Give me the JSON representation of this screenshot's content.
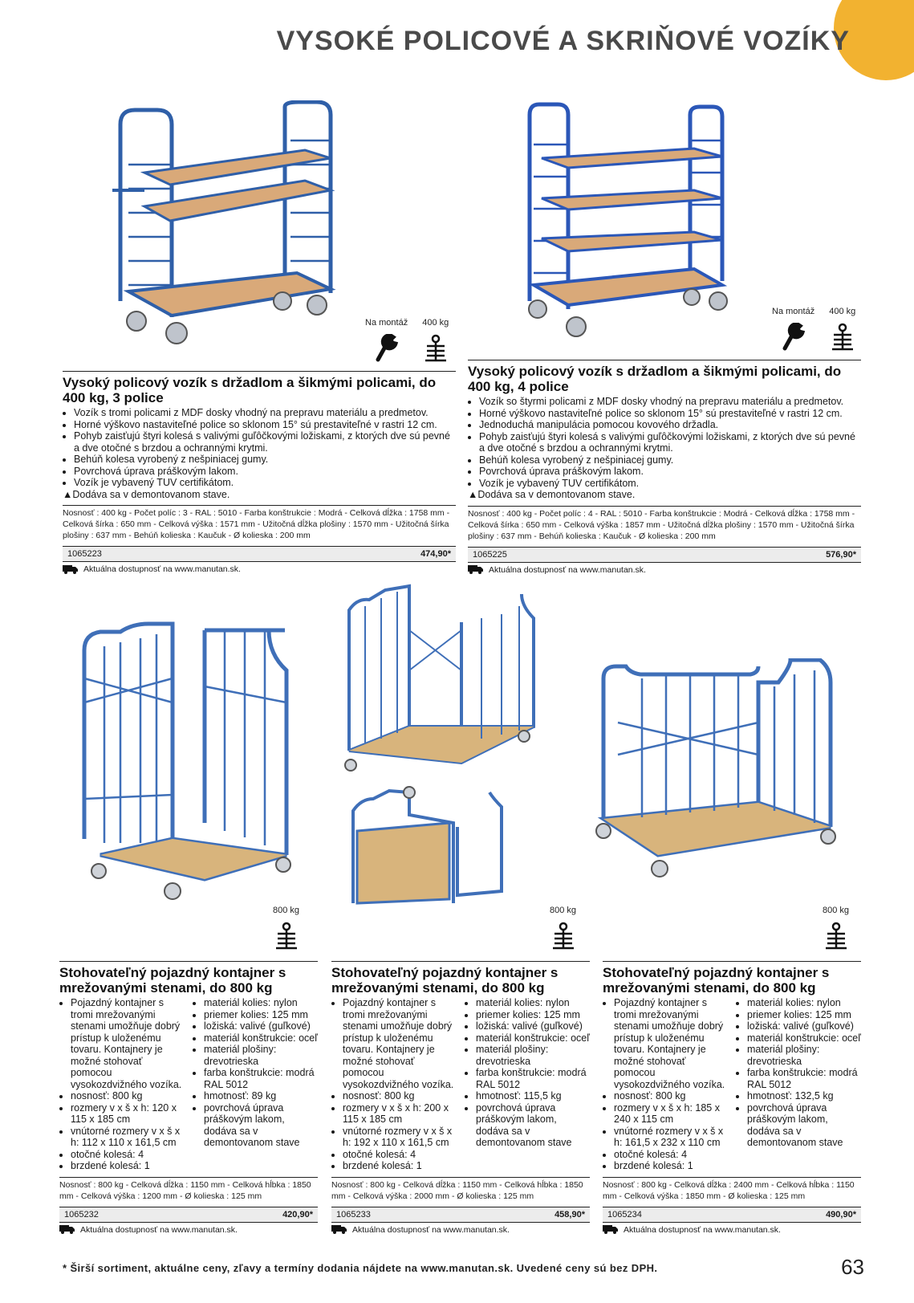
{
  "page": {
    "title": "VYSOKÉ POLICOVÉ A SKRIŇOVÉ VOZÍKY",
    "footer": "* Širší sortiment, aktuálne ceny, zľavy a termíny dodania nájdete na www.manutan.sk. Uvedené ceny sú bez DPH.",
    "number": "63",
    "accent": "#f2b230",
    "frame_color": "#2f5fa8"
  },
  "labels": {
    "assembly": "Na montáž",
    "load400": "400 kg",
    "load800": "800 kg",
    "availability": "Aktuálna dostupnosť na www.manutan.sk."
  },
  "products": [
    {
      "title": "Vysoký policový vozík s držadlom a šikmými policami, do 400 kg, 3 police",
      "bullets": [
        "Vozík s tromi policami z MDF dosky vhodný na prepravu materiálu a predmetov.",
        "Horné výškovo nastaviteľné police so sklonom 15° sú prestaviteľné v rastri 12 cm.",
        "Pohyb zaisťujú štyri kolesá s valivými guľôčkovými ložiskami, z ktorých dve sú pevné a dve otočné s brzdou a ochrannými krytmi.",
        "Behúň kolesa vyrobený z nešpiniacej gumy.",
        "Povrchová úprava práškovým lakom.",
        "Vozík je vybavený TUV certifikátom."
      ],
      "note": "▲Dodáva sa v demontovanom stave.",
      "specs": "Nosnosť : 400 kg - Počet políc : 3 - RAL : 5010 - Farba konštrukcie : Modrá - Celková dĺžka : 1758 mm - Celková šírka : 650 mm - Celková výška : 1571 mm - Užitočná dĺžka plošiny : 1570 mm - Užitočná šírka plošiny : 637 mm - Behúň kolieska : Kaučuk - Ø kolieska : 200 mm",
      "code": "1065223",
      "price": "474,90*"
    },
    {
      "title": "Vysoký policový vozík s držadlom a šikmými policami, do 400 kg, 4 police",
      "bullets": [
        "Vozík so štyrmi policami z MDF dosky vhodný na prepravu materiálu a predmetov.",
        "Horné výškovo nastaviteľné police so sklonom 15° sú prestaviteľné v rastri 12 cm.",
        "Jednoduchá manipulácia pomocou kovového držadla.",
        "Pohyb zaisťujú štyri kolesá s valivými guľôčkovými ložiskami, z ktorých dve sú pevné a dve otočné s brzdou a ochrannými krytmi.",
        "Behúň kolesa vyrobený z nešpiniacej gumy.",
        "Povrchová úprava práškovým lakom.",
        "Vozík je vybavený TUV certifikátom."
      ],
      "note": "▲Dodáva sa v demontovanom stave.",
      "specs": "Nosnosť : 400 kg - Počet políc : 4 - RAL : 5010 - Farba konštrukcie : Modrá - Celková dĺžka : 1758 mm - Celková šírka : 650 mm - Celková výška : 1857 mm - Užitočná dĺžka plošiny : 1570 mm - Užitočná šírka plošiny : 637 mm - Behúň kolieska : Kaučuk - Ø kolieska : 200 mm",
      "code": "1065225",
      "price": "576,90*"
    },
    {
      "title": "Stohovateľný pojazdný kontajner s mrežovanými stenami, do 800 kg",
      "left": [
        "Pojazdný kontajner s tromi mrežovanými stenami umožňuje dobrý prístup k uloženému tovaru. Kontajnery je možné stohovať pomocou vysokozdvižného vozíka.",
        "nosnosť: 800 kg",
        "rozmery v x š x h: 120 x 115 x 185 cm",
        "vnútorné rozmery v x š x h: 112 x 110 x 161,5 cm",
        "otočné kolesá: 4",
        "brzdené kolesá: 1"
      ],
      "right": [
        "materiál kolies: nylon",
        "priemer kolies: 125 mm",
        "ložiská: valivé (guľkové)",
        "materiál konštrukcie: oceľ",
        "materiál plošiny: drevotrieska",
        "farba konštrukcie: modrá RAL 5012",
        "hmotnosť: 89 kg",
        "povrchová úprava práškovým lakom, dodáva sa v demontovanom stave"
      ],
      "specs": "Nosnosť : 800 kg - Celková dĺžka : 1150 mm - Celková hĺbka : 1850 mm - Celková výška : 1200 mm - Ø kolieska : 125 mm",
      "code": "1065232",
      "price": "420,90*"
    },
    {
      "title": "Stohovateľný pojazdný kontajner s mrežovanými stenami, do 800 kg",
      "left": [
        "Pojazdný kontajner s tromi mrežovanými stenami umožňuje dobrý prístup k uloženému tovaru. Kontajnery je možné stohovať pomocou vysokozdvižného vozíka.",
        "nosnosť: 800 kg",
        "rozmery v x š x h: 200 x 115 x 185 cm",
        "vnútorné rozmery v x š x h: 192 x 110 x 161,5 cm",
        "otočné kolesá: 4",
        "brzdené kolesá: 1"
      ],
      "right": [
        "materiál kolies: nylon",
        "priemer kolies: 125 mm",
        "ložiská: valivé (guľkové)",
        "materiál konštrukcie: oceľ",
        "materiál plošiny: drevotrieska",
        "farba konštrukcie: modrá RAL 5012",
        "hmotnosť: 115,5 kg",
        "povrchová úprava práškovým lakom, dodáva sa v demontovanom stave"
      ],
      "specs": "Nosnosť : 800 kg - Celková dĺžka : 1150 mm - Celková hĺbka : 1850 mm - Celková výška : 2000 mm - Ø kolieska : 125 mm",
      "code": "1065233",
      "price": "458,90*"
    },
    {
      "title": "Stohovateľný pojazdný kontajner s mrežovanými stenami, do 800 kg",
      "left": [
        "Pojazdný kontajner s tromi mrežovanými stenami umožňuje dobrý prístup k uloženému tovaru. Kontajnery je možné stohovať pomocou vysokozdvižného vozíka.",
        "nosnosť: 800 kg",
        "rozmery v x š x h: 185 x 240 x 115 cm",
        "vnútorné rozmery v x š x h: 161,5 x 232 x 110 cm",
        "otočné kolesá: 4",
        "brzdené kolesá: 1"
      ],
      "right": [
        "materiál kolies: nylon",
        "priemer kolies: 125 mm",
        "ložiská: valivé (guľkové)",
        "materiál konštrukcie: oceľ",
        "materiál plošiny: drevotrieska",
        "farba konštrukcie: modrá RAL 5012",
        "hmotnosť: 132,5 kg",
        "povrchová úprava práškovým lakom, dodáva sa v demontovanom stave"
      ],
      "specs": "Nosnosť : 800 kg - Celková dĺžka : 2400 mm - Celková hĺbka : 1150 mm - Celková výška : 1850 mm - Ø kolieska : 125 mm",
      "code": "1065234",
      "price": "490,90*"
    }
  ]
}
